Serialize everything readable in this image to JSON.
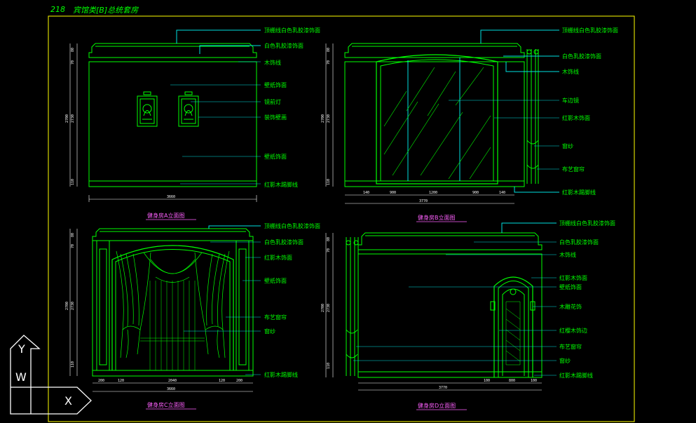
{
  "page": {
    "page_number": "218",
    "title": "宾馆类[B]总统套房"
  },
  "colors": {
    "background": "#000000",
    "frame": "#ffff00",
    "lines": "#00ff00",
    "secondary": "#00e0e0",
    "caption": "#ff60ff",
    "dimension": "#ffffff"
  },
  "elevations": {
    "a": {
      "caption": "健身房A立面图",
      "labels": [
        "顶棚线白色乳胶漆饰面",
        "白色乳胶漆饰面",
        "木饰线",
        "壁纸饰面",
        "镜前灯",
        "装饰壁画",
        "壁纸饰面",
        "红影木踢脚线"
      ],
      "dim_bottom": "3660",
      "dim_left": [
        "80",
        "70",
        "2730",
        "110"
      ],
      "dim_total": "2700"
    },
    "b": {
      "caption": "健身房B立面图",
      "labels": [
        "顶棚线白色乳胶漆饰面",
        "白色乳胶漆饰面",
        "木饰线",
        "车边镜",
        "红影木饰面",
        "窗纱",
        "布艺窗帘",
        "红影木踢脚线"
      ],
      "dim_bottom": [
        "140",
        "900",
        "1200",
        "900",
        "140"
      ],
      "dim_total_bottom": "3770",
      "dim_left": [
        "80",
        "70",
        "2730",
        "110"
      ],
      "dim_total": "2700"
    },
    "c": {
      "caption": "健身房C立面图",
      "labels": [
        "顶棚线白色乳胶漆饰面",
        "白色乳胶漆饰面",
        "红影木饰面",
        "壁纸饰面",
        "布艺窗帘",
        "窗纱",
        "红影木踢脚线"
      ],
      "dim_bottom": [
        "200",
        "120",
        "2040",
        "120",
        "200"
      ],
      "dim_total_bottom": "3660",
      "dim_left": [
        "80",
        "70",
        "2730",
        "110"
      ],
      "dim_total": "2700"
    },
    "d": {
      "caption": "健身房D立面图",
      "labels": [
        "顶棚线白色乳胶漆饰面",
        "白色乳胶漆饰面",
        "木饰线",
        "红影木饰面",
        "壁纸饰面",
        "木雕花饰",
        "红樱木饰边",
        "布艺窗帘",
        "窗纱",
        "红影木踢脚线"
      ],
      "dim_bottom": [
        "100",
        "800",
        "100"
      ],
      "dim_total_bottom": "3770",
      "dim_left": [
        "80",
        "70",
        "2730",
        "110"
      ],
      "dim_total": "2700"
    }
  },
  "ucs_icon": {
    "y_label": "Y",
    "w_label": "W",
    "x_label": "X"
  }
}
